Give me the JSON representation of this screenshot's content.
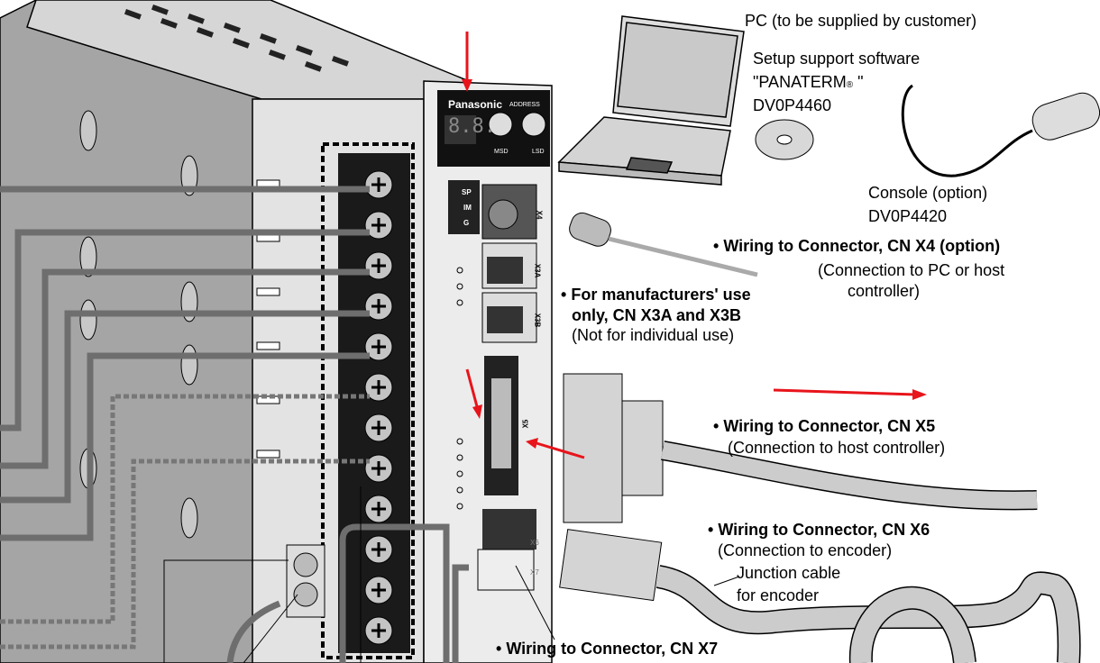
{
  "driver": {
    "brand": "Panasonic",
    "address_label": "ADDRESS",
    "msd_label": "MSD",
    "lsd_label": "LSD",
    "display": "8.8.",
    "led_labels": [
      "SP",
      "IM",
      "G"
    ],
    "ports": [
      "X4",
      "X3A",
      "X3B",
      "X5",
      "X6",
      "X7"
    ],
    "terminal_count": 12
  },
  "pc": {
    "title": "PC (to be supplied by customer)",
    "software_line1": "Setup support software",
    "software_line2": "\"PANATERM",
    "software_reg": "®",
    "software_line2_end": " \"",
    "software_part": "DV0P4460"
  },
  "console": {
    "title": "Console (option)",
    "part": "DV0P4420"
  },
  "x4": {
    "title": "Wiring to Connector, CN X4 (option)",
    "sub1": "(Connection to PC or host",
    "sub2": "controller)"
  },
  "x3": {
    "title1": "For manufacturers' use",
    "title2": "only, CN X3A and X3B",
    "sub": "(Not for individual use)"
  },
  "x5": {
    "title": "Wiring to Connector, CN X5",
    "sub": "(Connection to host controller)"
  },
  "x6": {
    "title": "Wiring to Connector, CN X6",
    "sub": "(Connection to encoder)",
    "cable1": "Junction cable",
    "cable2": "for encoder"
  },
  "x7": {
    "title": "Wiring to Connector, CN X7"
  },
  "bullet": "•",
  "colors": {
    "arrow": "#e8141b",
    "body": "#a9a9a9",
    "terminal": "#1a1a1a",
    "wire": "#6e6e6e"
  }
}
